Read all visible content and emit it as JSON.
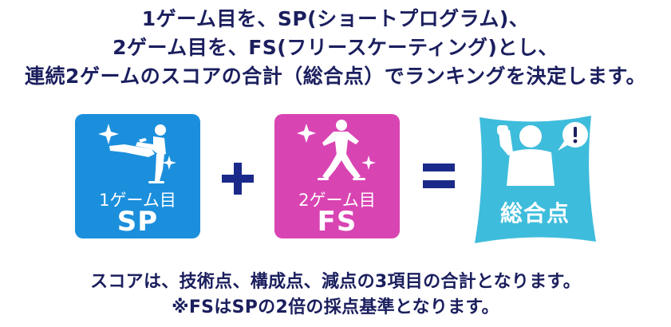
{
  "intro": {
    "line1": "1ゲーム目を、SP(ショートプログラム)、",
    "line2": "2ゲーム目を、FS(フリースケーティング)とし、",
    "line3": "連続2ゲームのスコアの合計（総合点）でランキングを決定します。"
  },
  "card_sp": {
    "game": "1ゲーム目",
    "code": "SP",
    "color": "#1b8fdc"
  },
  "card_fs": {
    "game": "2ゲーム目",
    "code": "FS",
    "color": "#d944b3"
  },
  "operators": {
    "plus": "+",
    "equals": "="
  },
  "total": {
    "label": "総合点",
    "color": "#3ebcdc",
    "exclaim": "!"
  },
  "notes": {
    "line1": "スコアは、技術点、構成点、減点の3項目の合計となります。",
    "line2": "※FSはSPの2倍の採点基準となります。"
  },
  "text_color": "#1b1f5e"
}
